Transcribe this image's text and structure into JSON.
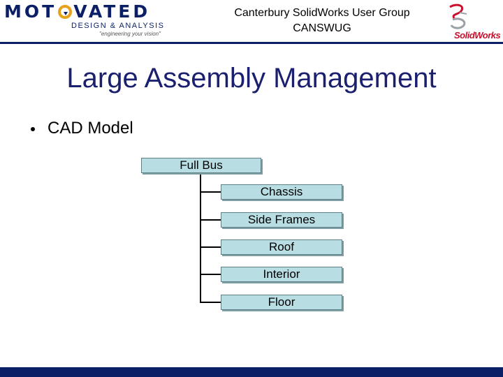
{
  "header": {
    "logo_left": {
      "wordmark_before": "MOT",
      "wordmark_after": "VATED",
      "subtitle": "DESIGN & ANALYSIS",
      "tagline": "\"engineering your vision\""
    },
    "title_line1": "Canterbury SolidWorks User Group",
    "title_line2": "CANSWUG",
    "logo_right": {
      "text": "SolidWorks"
    }
  },
  "slide": {
    "title": "Large Assembly Management",
    "bullet": "CAD Model"
  },
  "tree": {
    "root": "Full Bus",
    "children": [
      "Chassis",
      "Side Frames",
      "Roof",
      "Interior",
      "Floor"
    ]
  },
  "colors": {
    "brand_navy": "#0b1f66",
    "title_color": "#1a1f6e",
    "box_fill": "#b8dde3",
    "accent_orange": "#e8a11a",
    "solidworks_red": "#c8102e"
  }
}
